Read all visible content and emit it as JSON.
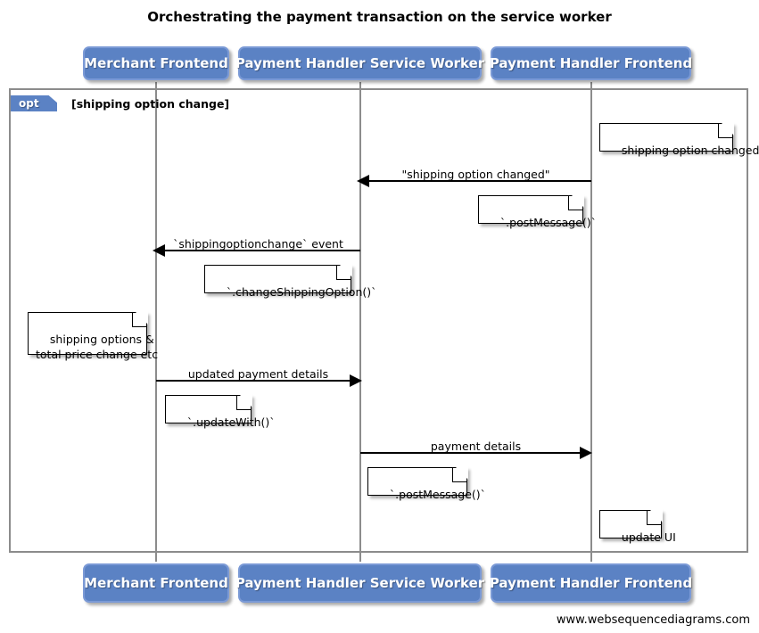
{
  "diagram": {
    "title": "Orchestrating the payment transaction on the service worker",
    "credit": "www.websequencediagrams.com",
    "type": "uml-sequence-diagram",
    "colors": {
      "actor_fill": "#5b82c4",
      "actor_border": "#7b9ad6",
      "actor_text": "#ffffff",
      "frame_border": "#8c8c8c",
      "lifeline": "#8c8c8c",
      "note_fill": "#ffffff",
      "note_border": "#000000",
      "message_line": "#000000",
      "background": "#ffffff"
    }
  },
  "actors": [
    {
      "id": "merchant-frontend",
      "label": "Merchant Frontend"
    },
    {
      "id": "payment-handler-service-worker",
      "label": "Payment Handler Service Worker"
    },
    {
      "id": "payment-handler-frontend",
      "label": "Payment Handler Frontend"
    }
  ],
  "fragment": {
    "kind": "opt",
    "guard": "[shipping option change]"
  },
  "messages": [
    {
      "id": "msg-shipping-option-changed",
      "label": "\"shipping option changed\"",
      "from": "payment-handler-frontend",
      "to": "payment-handler-service-worker",
      "direction": "left"
    },
    {
      "id": "msg-shippingoptionchange-event",
      "label": "`shippingoptionchange` event",
      "from": "payment-handler-service-worker",
      "to": "merchant-frontend",
      "direction": "left"
    },
    {
      "id": "msg-updated-payment-details",
      "label": "updated payment details",
      "from": "merchant-frontend",
      "to": "payment-handler-service-worker",
      "direction": "right"
    },
    {
      "id": "msg-payment-details",
      "label": "payment details",
      "from": "payment-handler-service-worker",
      "to": "payment-handler-frontend",
      "direction": "right"
    }
  ],
  "notes": [
    {
      "id": "note-shipping-option-changed",
      "text": "shipping option changed",
      "attached_to": "payment-handler-frontend"
    },
    {
      "id": "note-post-message-1",
      "text": "`.postMessage()`",
      "attached_to": "payment-handler-frontend"
    },
    {
      "id": "note-change-shipping-option",
      "text": "`.changeShippingOption()`",
      "attached_to": "payment-handler-service-worker"
    },
    {
      "id": "note-shipping-options-total-price",
      "text": "shipping options &\ntotal price change etc",
      "attached_to": "merchant-frontend"
    },
    {
      "id": "note-update-with",
      "text": "`.updateWith()`",
      "attached_to": "merchant-frontend"
    },
    {
      "id": "note-post-message-2",
      "text": "`.postMessage()`",
      "attached_to": "payment-handler-service-worker"
    },
    {
      "id": "note-update-ui",
      "text": "update UI",
      "attached_to": "payment-handler-frontend"
    }
  ]
}
